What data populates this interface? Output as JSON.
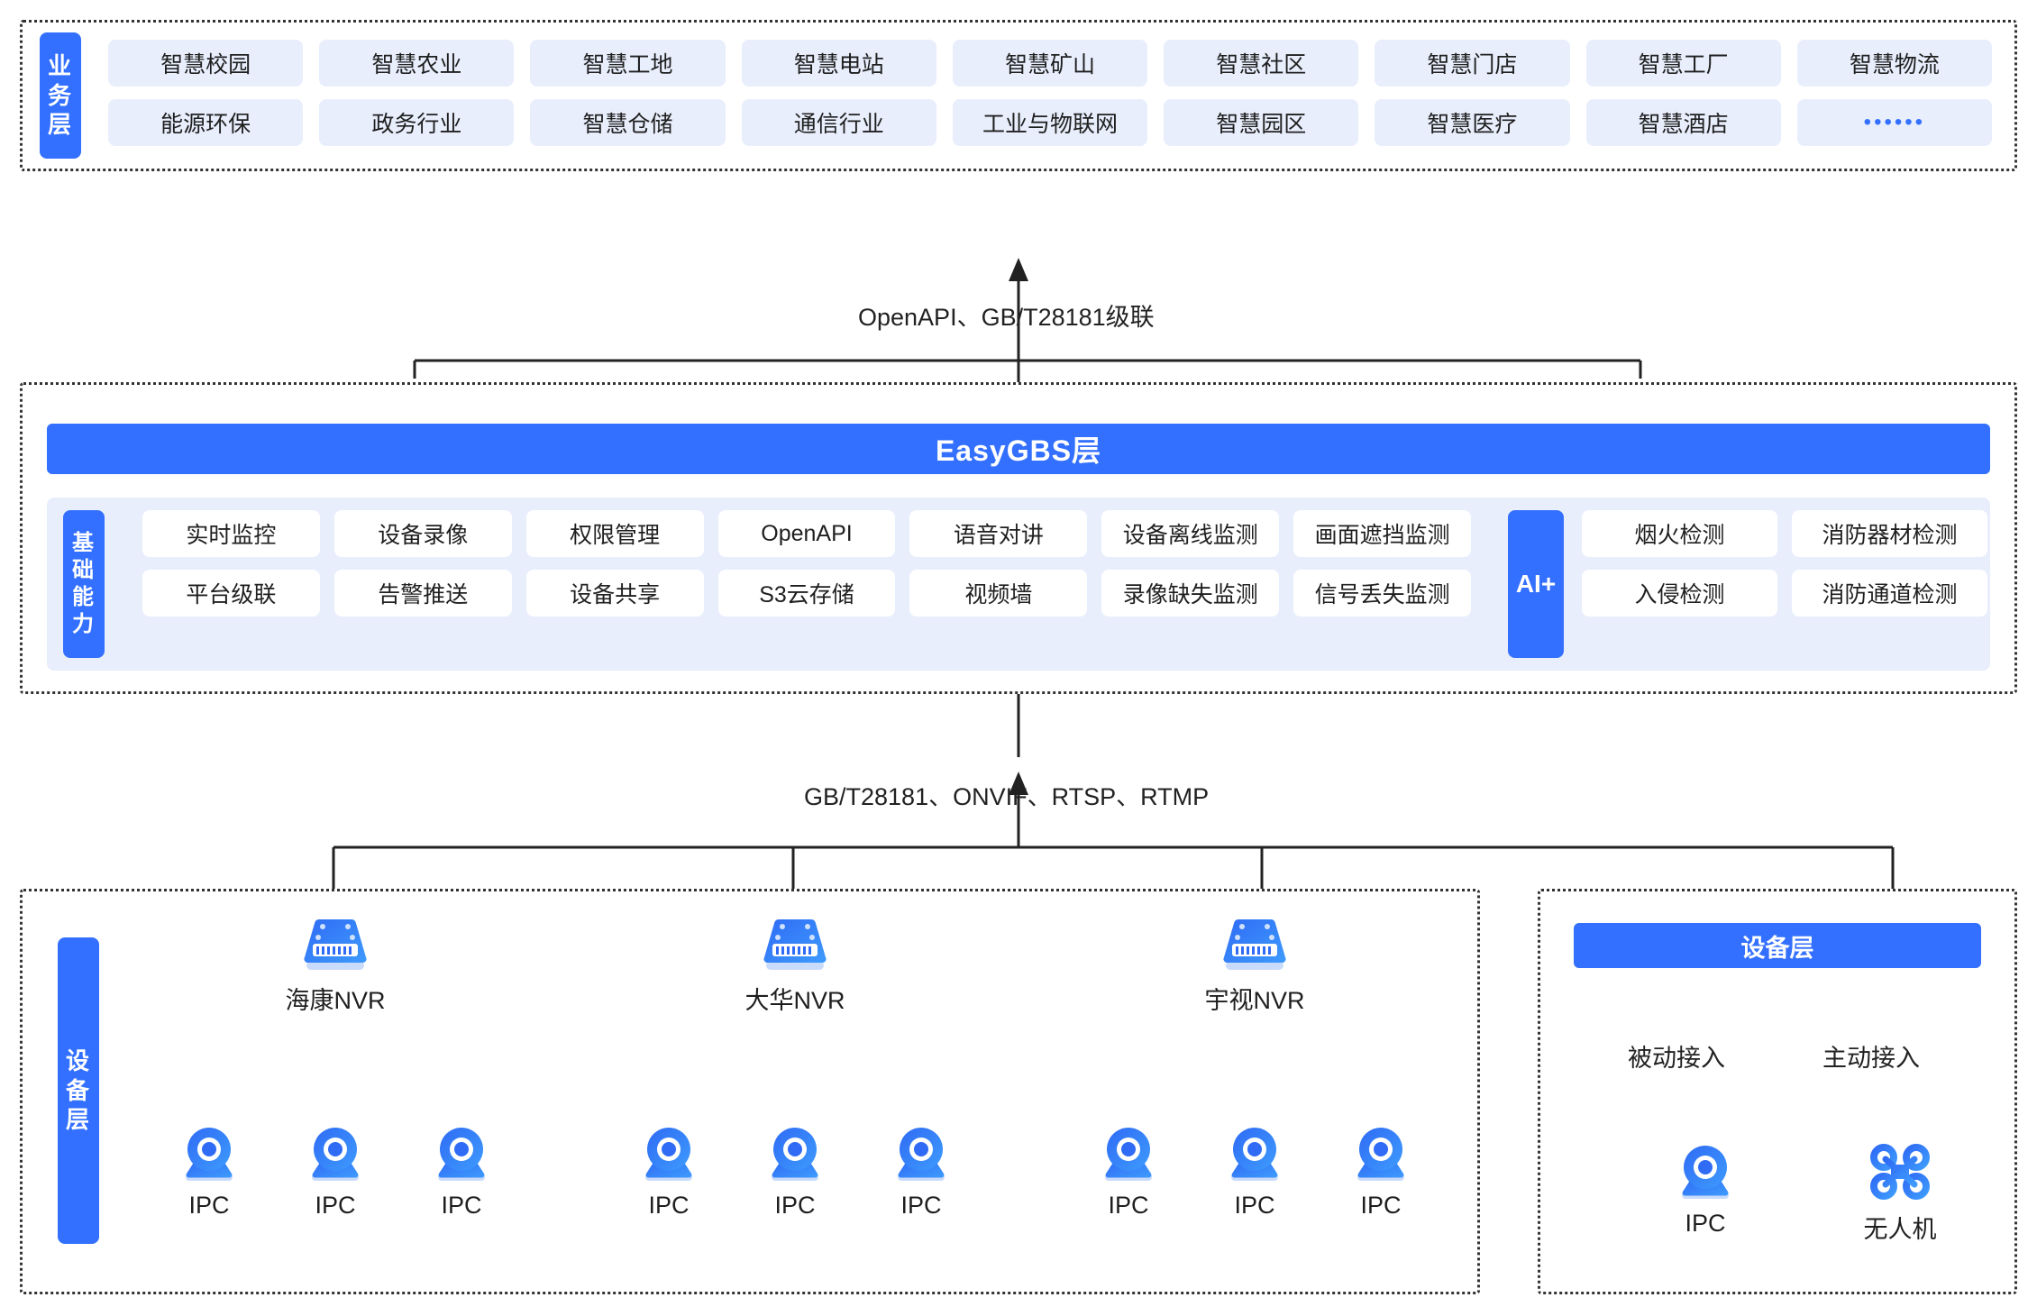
{
  "layers": {
    "business": {
      "tab_label": "业务层",
      "items": [
        "智慧校园",
        "智慧农业",
        "智慧工地",
        "智慧电站",
        "智慧矿山",
        "智慧社区",
        "智慧门店",
        "智慧工厂",
        "智慧物流",
        "能源环保",
        "政务行业",
        "智慧仓储",
        "通信行业",
        "工业与物联网",
        "智慧园区",
        "智慧医疗",
        "智慧酒店",
        "••••••"
      ]
    },
    "easygbs": {
      "bar_label": "EasyGBS层",
      "capability_tab_label": "基础能力",
      "capabilities": [
        "实时监控",
        "设备录像",
        "权限管理",
        "OpenAPI",
        "语音对讲",
        "设备离线监测",
        "画面遮挡监测",
        "平台级联",
        "告警推送",
        "设备共享",
        "S3云存储",
        "视频墙",
        "录像缺失监测",
        "信号丢失监测"
      ],
      "ai_tab_label": "AI+",
      "ai_items": [
        "烟火检测",
        "消防器材检测",
        "入侵检测",
        "消防通道检测"
      ]
    },
    "device": {
      "tab_label": "设备层",
      "nvr_groups": [
        {
          "name": "海康NVR",
          "icon": "nvr-icon",
          "cameras": [
            "IPC",
            "IPC",
            "IPC"
          ]
        },
        {
          "name": "大华NVR",
          "icon": "nvr-icon",
          "cameras": [
            "IPC",
            "IPC",
            "IPC"
          ]
        },
        {
          "name": "宇视NVR",
          "icon": "nvr-icon",
          "cameras": [
            "IPC",
            "IPC",
            "IPC"
          ]
        }
      ]
    },
    "device_right": {
      "bar_label": "设备层",
      "branches": [
        {
          "mode": "被动接入",
          "device": "IPC",
          "icon": "camera-icon"
        },
        {
          "mode": "主动接入",
          "device": "无人机",
          "icon": "drone-icon"
        }
      ]
    }
  },
  "connectors": {
    "business_to_gbs": "OpenAPI、GB/T28181级联",
    "gbs_to_device": "GB/T28181、ONVIF、RTSP、RTMP"
  },
  "colors": {
    "accent": "#3370ff",
    "pill_bg": "#e8eefc",
    "line": "#222222",
    "white": "#ffffff"
  }
}
